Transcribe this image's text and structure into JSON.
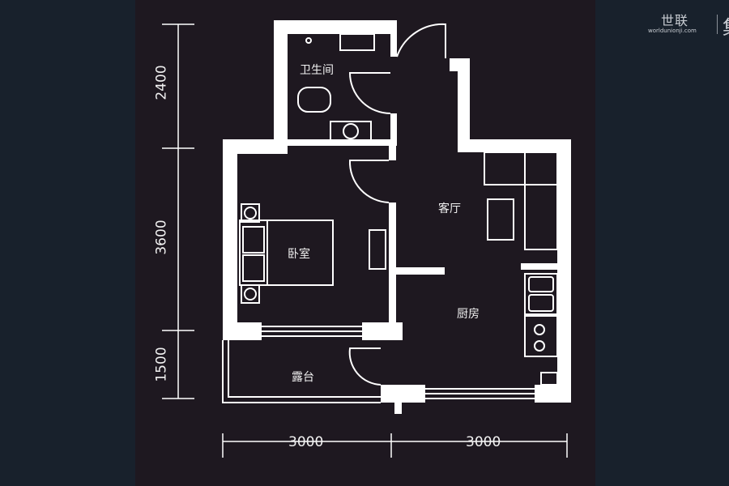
{
  "logo": {
    "name_cn": "世联",
    "site": "worldunionji.com",
    "suffix": "集"
  },
  "rooms": {
    "bathroom": "卫生间",
    "bedroom": "卧室",
    "living_room": "客厅",
    "kitchen": "厨房",
    "balcony": "露台"
  },
  "dimensions": {
    "vertical": [
      "2400",
      "3600",
      "1500"
    ],
    "horizontal": [
      "3000",
      "3000"
    ]
  },
  "colors": {
    "wall": "#ffffff",
    "panel": "#1e1820",
    "side": "#18212c"
  }
}
